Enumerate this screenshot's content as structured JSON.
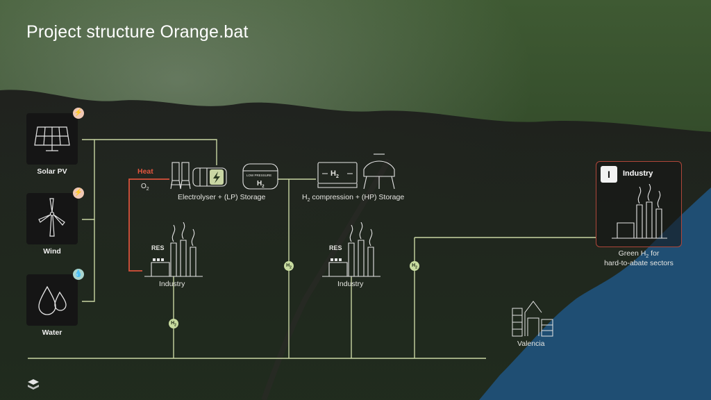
{
  "title": "Project structure Orange.bat",
  "sources": [
    {
      "label": "Solar PV",
      "icon": "solar-panel-icon",
      "badge_icon": "lightning-icon",
      "badge_glyph": "⚡"
    },
    {
      "label": "Wind",
      "icon": "wind-turbine-icon",
      "badge_icon": "lightning-icon",
      "badge_glyph": "⚡"
    },
    {
      "label": "Water",
      "icon": "water-drops-icon",
      "badge_icon": "water-drop-icon",
      "badge_glyph": "💧"
    }
  ],
  "electrolyser": {
    "label": "Electrolyser + (LP) Storage",
    "heat_label": "Heat",
    "o2_label": "O",
    "o2_sub": "2",
    "tank_label": "LOW PRESSURE",
    "tank_h2": "H",
    "tank_h2_sub": "2"
  },
  "compression": {
    "label_prefix": "H",
    "label_sub": "2",
    "label_rest": " compression + (HP) Storage",
    "h2": "H",
    "h2_sub": "2"
  },
  "industry_nodes": [
    {
      "res_label": "RES",
      "label": "Industry"
    },
    {
      "res_label": "RES",
      "label": "Industry"
    }
  ],
  "h2_valve": {
    "text": "H",
    "sub": "2"
  },
  "industry_card": {
    "letter": "I",
    "title": "Industry",
    "caption_line1_prefix": "Green H",
    "caption_line1_sub": "2",
    "caption_line1_rest": " for",
    "caption_line2": "hard-to-abate sectors"
  },
  "port": {
    "label": "Valencia"
  },
  "colors": {
    "line": "#c9d6a3",
    "heat_line": "#d9523b",
    "sea": "#1f4e73",
    "badge_lightning": "#f0c8b4",
    "badge_water": "#a9d6cf",
    "valve": "#c8dca0"
  }
}
